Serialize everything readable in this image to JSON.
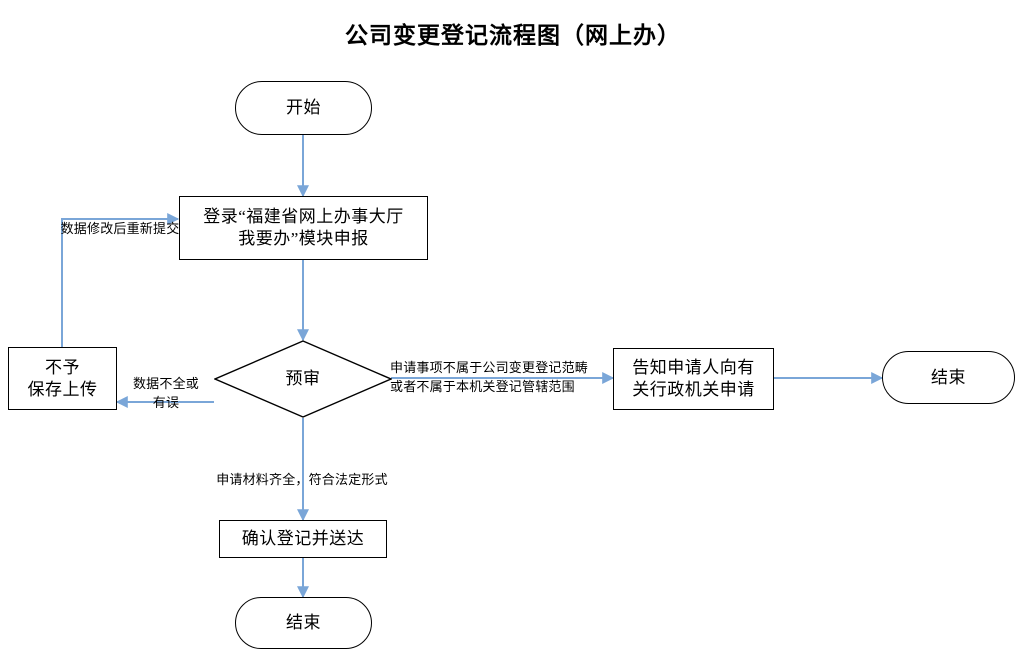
{
  "title": "公司变更登记流程图（网上办）",
  "theme": {
    "edge_color": "#7aa6d8",
    "node_border": "#000000",
    "node_fill": "#ffffff",
    "text_color": "#000000",
    "background": "#ffffff"
  },
  "nodes": {
    "start": {
      "label": "开始",
      "shape": "stadium"
    },
    "login": {
      "label": "登录“福建省网上办事大厅\n我要办”模块申报",
      "shape": "rect"
    },
    "review": {
      "label": "预审",
      "shape": "diamond"
    },
    "reject": {
      "label": "不予\n保存上传",
      "shape": "rect"
    },
    "notify": {
      "label": "告知申请人向有\n关行政机关申请",
      "shape": "rect"
    },
    "end_right": {
      "label": "结束",
      "shape": "stadium"
    },
    "confirm": {
      "label": "确认登记并送达",
      "shape": "rect"
    },
    "end_bottom": {
      "label": "结束",
      "shape": "stadium"
    }
  },
  "edge_labels": {
    "resubmit": "数据修改后重新提交",
    "incomplete": "数据不全或\n有误",
    "out_of_scope": "申请事项不属于公司变更登记范畴\n或者不属于本机关登记管辖范围",
    "complete": "申请材料齐全，符合法定形式"
  }
}
